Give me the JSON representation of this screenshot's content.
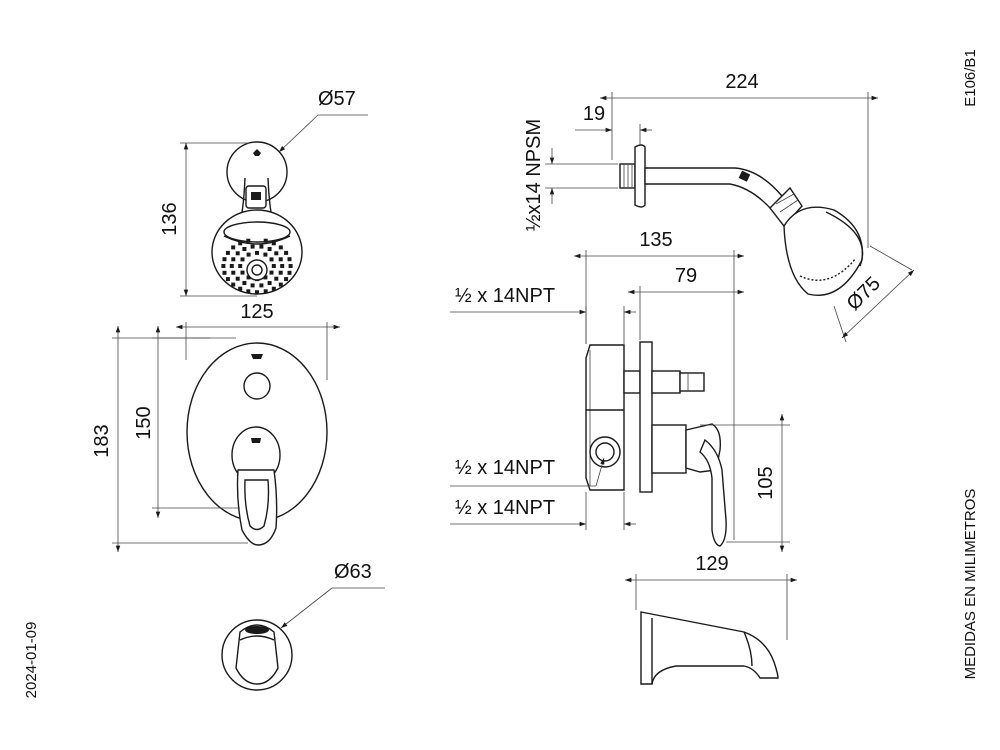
{
  "drawing": {
    "code": "E106/B1",
    "date": "2024-01-09",
    "units_note": "MEDIDAS EN MILIMETROS"
  },
  "dimensions": {
    "showerhead_front_diameter": "Ø57",
    "showerhead_front_height": "136",
    "arm_total_length": "224",
    "arm_flange_offset": "19",
    "arm_thread": "½x14 NPSM",
    "showerhead_side_diameter": "Ø75",
    "plate_width": "125",
    "plate_height_total": "183",
    "plate_height_inner": "150",
    "valve_depth_total": "135",
    "valve_depth_plate": "79",
    "thread_top": "½ x 14NPT",
    "thread_middle": "½ x 14NPT",
    "thread_bottom": "½ x 14NPT",
    "handle_height": "105",
    "spout_length": "129",
    "spout_diameter": "Ø63"
  },
  "colors": {
    "line": "#1a1a1a",
    "fill_dark": "#1a1a1a",
    "background": "#ffffff"
  }
}
